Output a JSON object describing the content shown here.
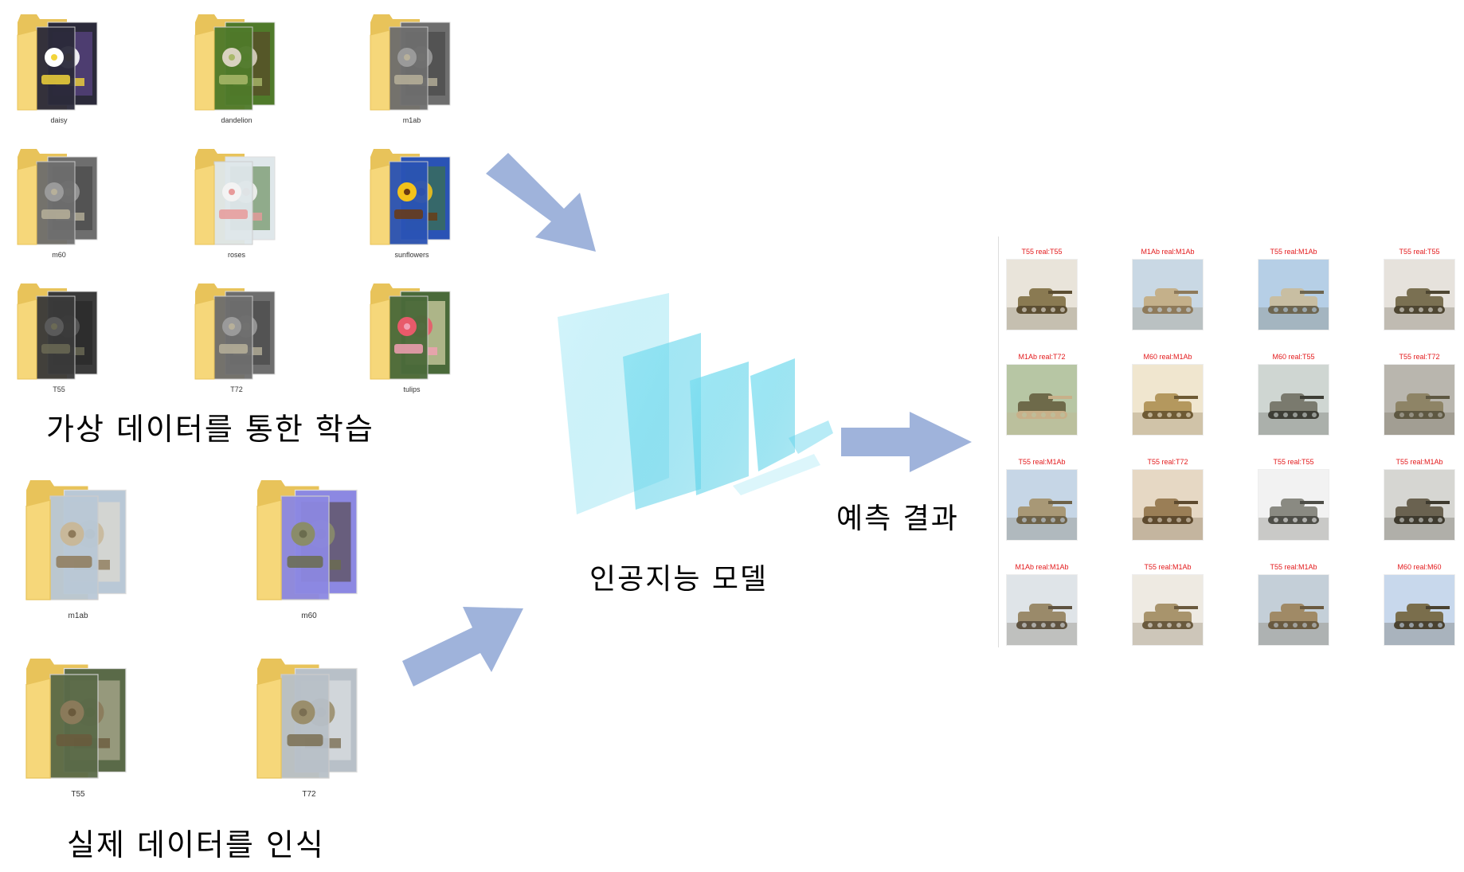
{
  "training": {
    "caption": "가상 데이터를 통한 학습",
    "folders": [
      {
        "label": "daisy",
        "theme": "daisy"
      },
      {
        "label": "dandelion",
        "theme": "dandelion"
      },
      {
        "label": "m1ab",
        "theme": "tank-gray"
      },
      {
        "label": "m60",
        "theme": "tank-gray"
      },
      {
        "label": "roses",
        "theme": "roses"
      },
      {
        "label": "sunflowers",
        "theme": "sunflowers"
      },
      {
        "label": "T55",
        "theme": "tank-dark"
      },
      {
        "label": "T72",
        "theme": "tank-gray"
      },
      {
        "label": "tulips",
        "theme": "tulips"
      }
    ]
  },
  "real": {
    "caption": "실제 데이터를 인식",
    "folders": [
      {
        "label": "m1ab",
        "theme": "tank-sand"
      },
      {
        "label": "m60",
        "theme": "tank-blue"
      },
      {
        "label": "T55",
        "theme": "tank-olive"
      },
      {
        "label": "T72",
        "theme": "tank-light"
      }
    ]
  },
  "model": {
    "caption": "인공지능 모델"
  },
  "results": {
    "caption": "예측 결과",
    "predictions": [
      "T55 real:T55",
      "M1Ab real:M1Ab",
      "T55 real:M1Ab",
      "T55 real:T55",
      "M1Ab real:T72",
      "M60 real:M1Ab",
      "M60 real:T55",
      "T55 real:T72",
      "T55 real:M1Ab",
      "T55 real:T72",
      "T55 real:T55",
      "T55 real:M1Ab",
      "M1Ab real:M1Ab",
      "T55 real:M1Ab",
      "T55 real:M1Ab",
      "M60 real:M60"
    ]
  },
  "colors": {
    "folder": "#f6d77a",
    "folder_dark": "#e8c35a",
    "arrow": "#9fb3db",
    "layer": "#5fd3ea",
    "prediction_text": "#e31a1c"
  }
}
